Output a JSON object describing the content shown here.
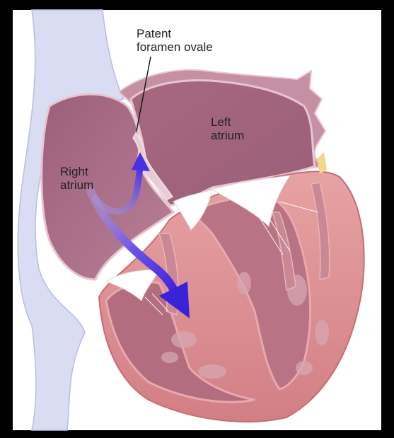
{
  "labels": {
    "patent_foramen_ovale": [
      "Patent",
      "foramen ovale"
    ],
    "left_atrium": [
      "Left",
      "atrium"
    ],
    "right_atrium": [
      "Right",
      "atrium"
    ]
  },
  "colors": {
    "background": "#000000",
    "panel": "#ffffff",
    "atrium_fill": "#a86a86",
    "wall": "#c690a4",
    "myocardium": "#d98b8e",
    "ventricle_cavity": "#b5717f",
    "vessel": "#cdd3ef",
    "valve": "#ffffff",
    "flow_arrow": "#5a3fe6"
  }
}
